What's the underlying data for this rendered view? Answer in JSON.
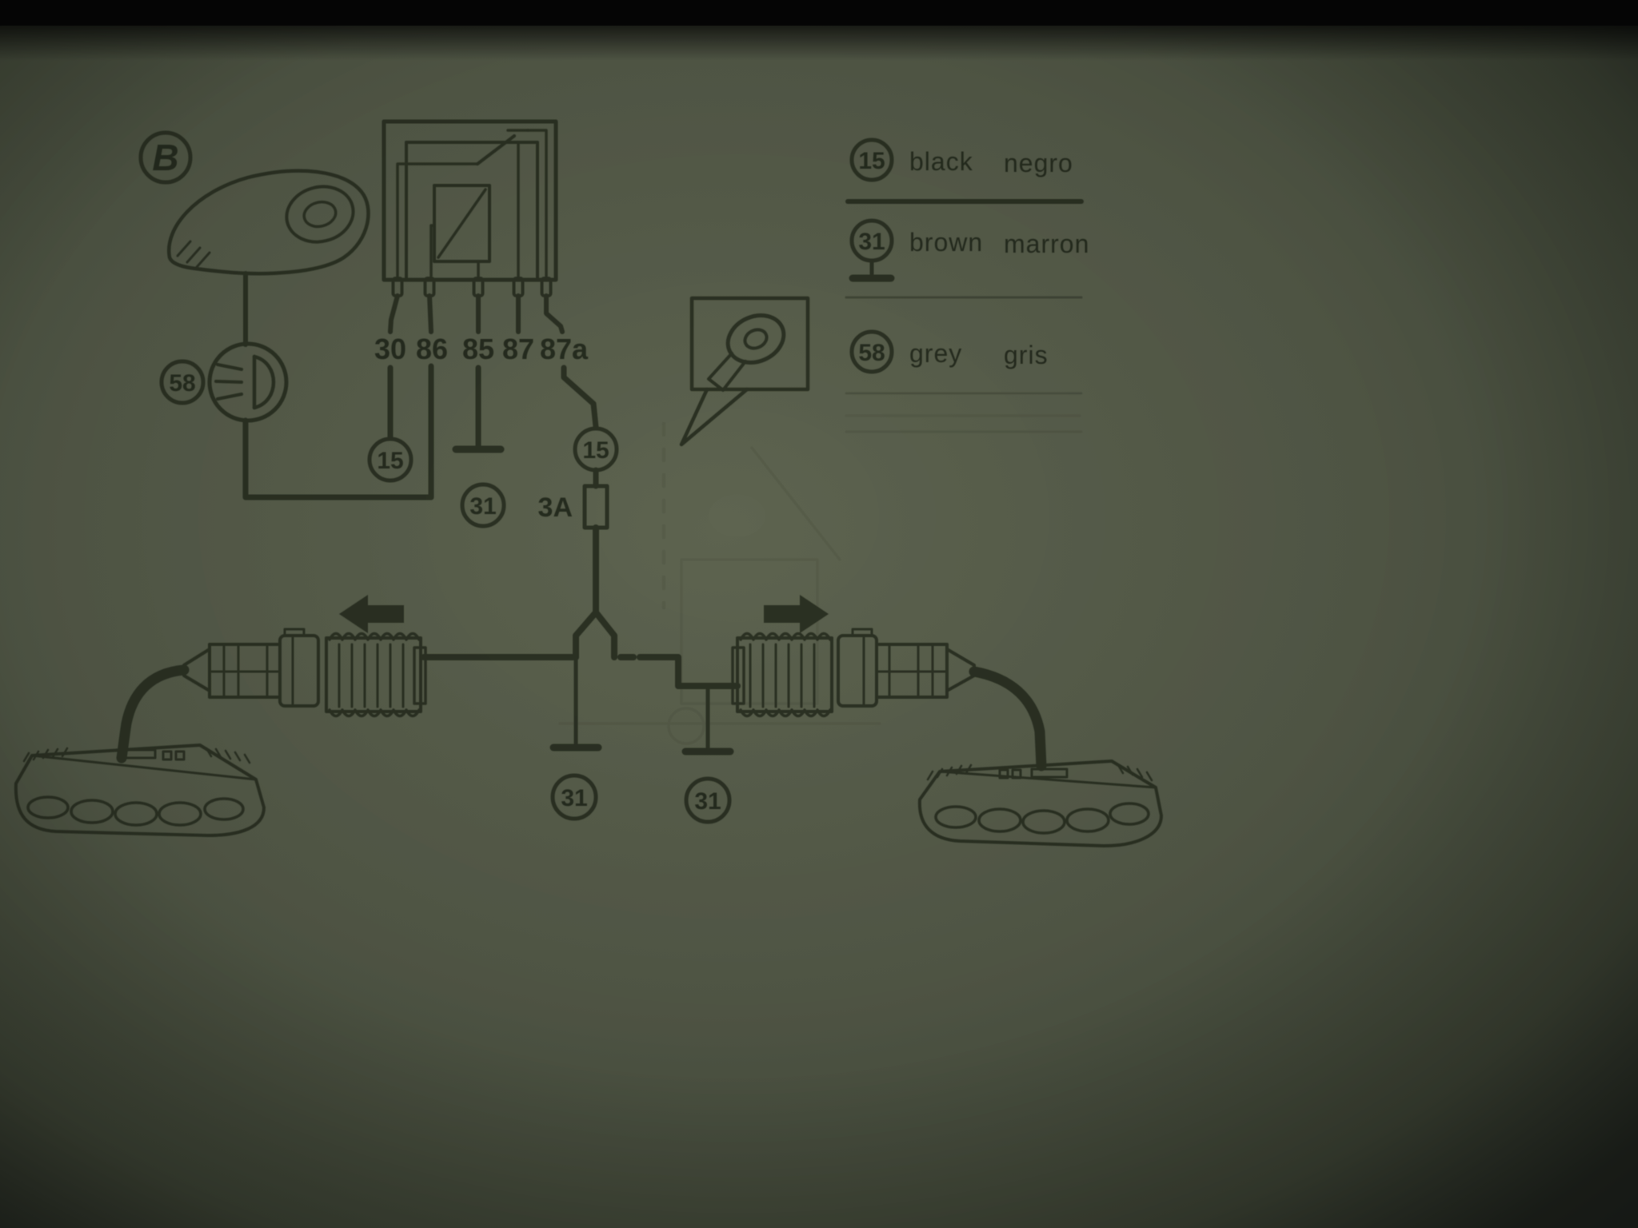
{
  "diagram": {
    "section_label": "B",
    "relay_terminals": [
      "30",
      "86",
      "85",
      "87",
      "87a"
    ],
    "fuse_label": "3A"
  },
  "codes": {
    "15": "15",
    "31": "31",
    "58": "58"
  },
  "legend": {
    "items": [
      {
        "code": "15",
        "name_en": "black",
        "name_alt": "negro"
      },
      {
        "code": "31",
        "name_en": "brown",
        "name_alt": "marron"
      },
      {
        "code": "58",
        "name_en": "grey",
        "name_alt": "gris"
      }
    ]
  },
  "colors": {
    "ink": "#262c1f",
    "paper_center": "#5e6450",
    "paper_edge": "#313830"
  }
}
